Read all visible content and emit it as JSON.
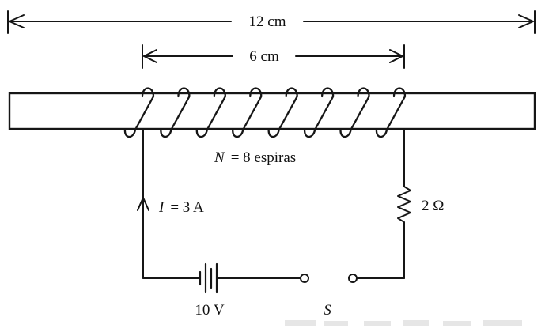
{
  "dimensions": {
    "total_length": "12 cm",
    "coil_length": "6 cm"
  },
  "coil": {
    "turns_symbol": "N",
    "turns_text": "= 8 espiras",
    "turn_count": 8
  },
  "circuit": {
    "current_symbol": "I",
    "current_text": "= 3 A",
    "resistor_label": "2 Ω",
    "battery_label": "10 V",
    "switch_label": "S"
  }
}
